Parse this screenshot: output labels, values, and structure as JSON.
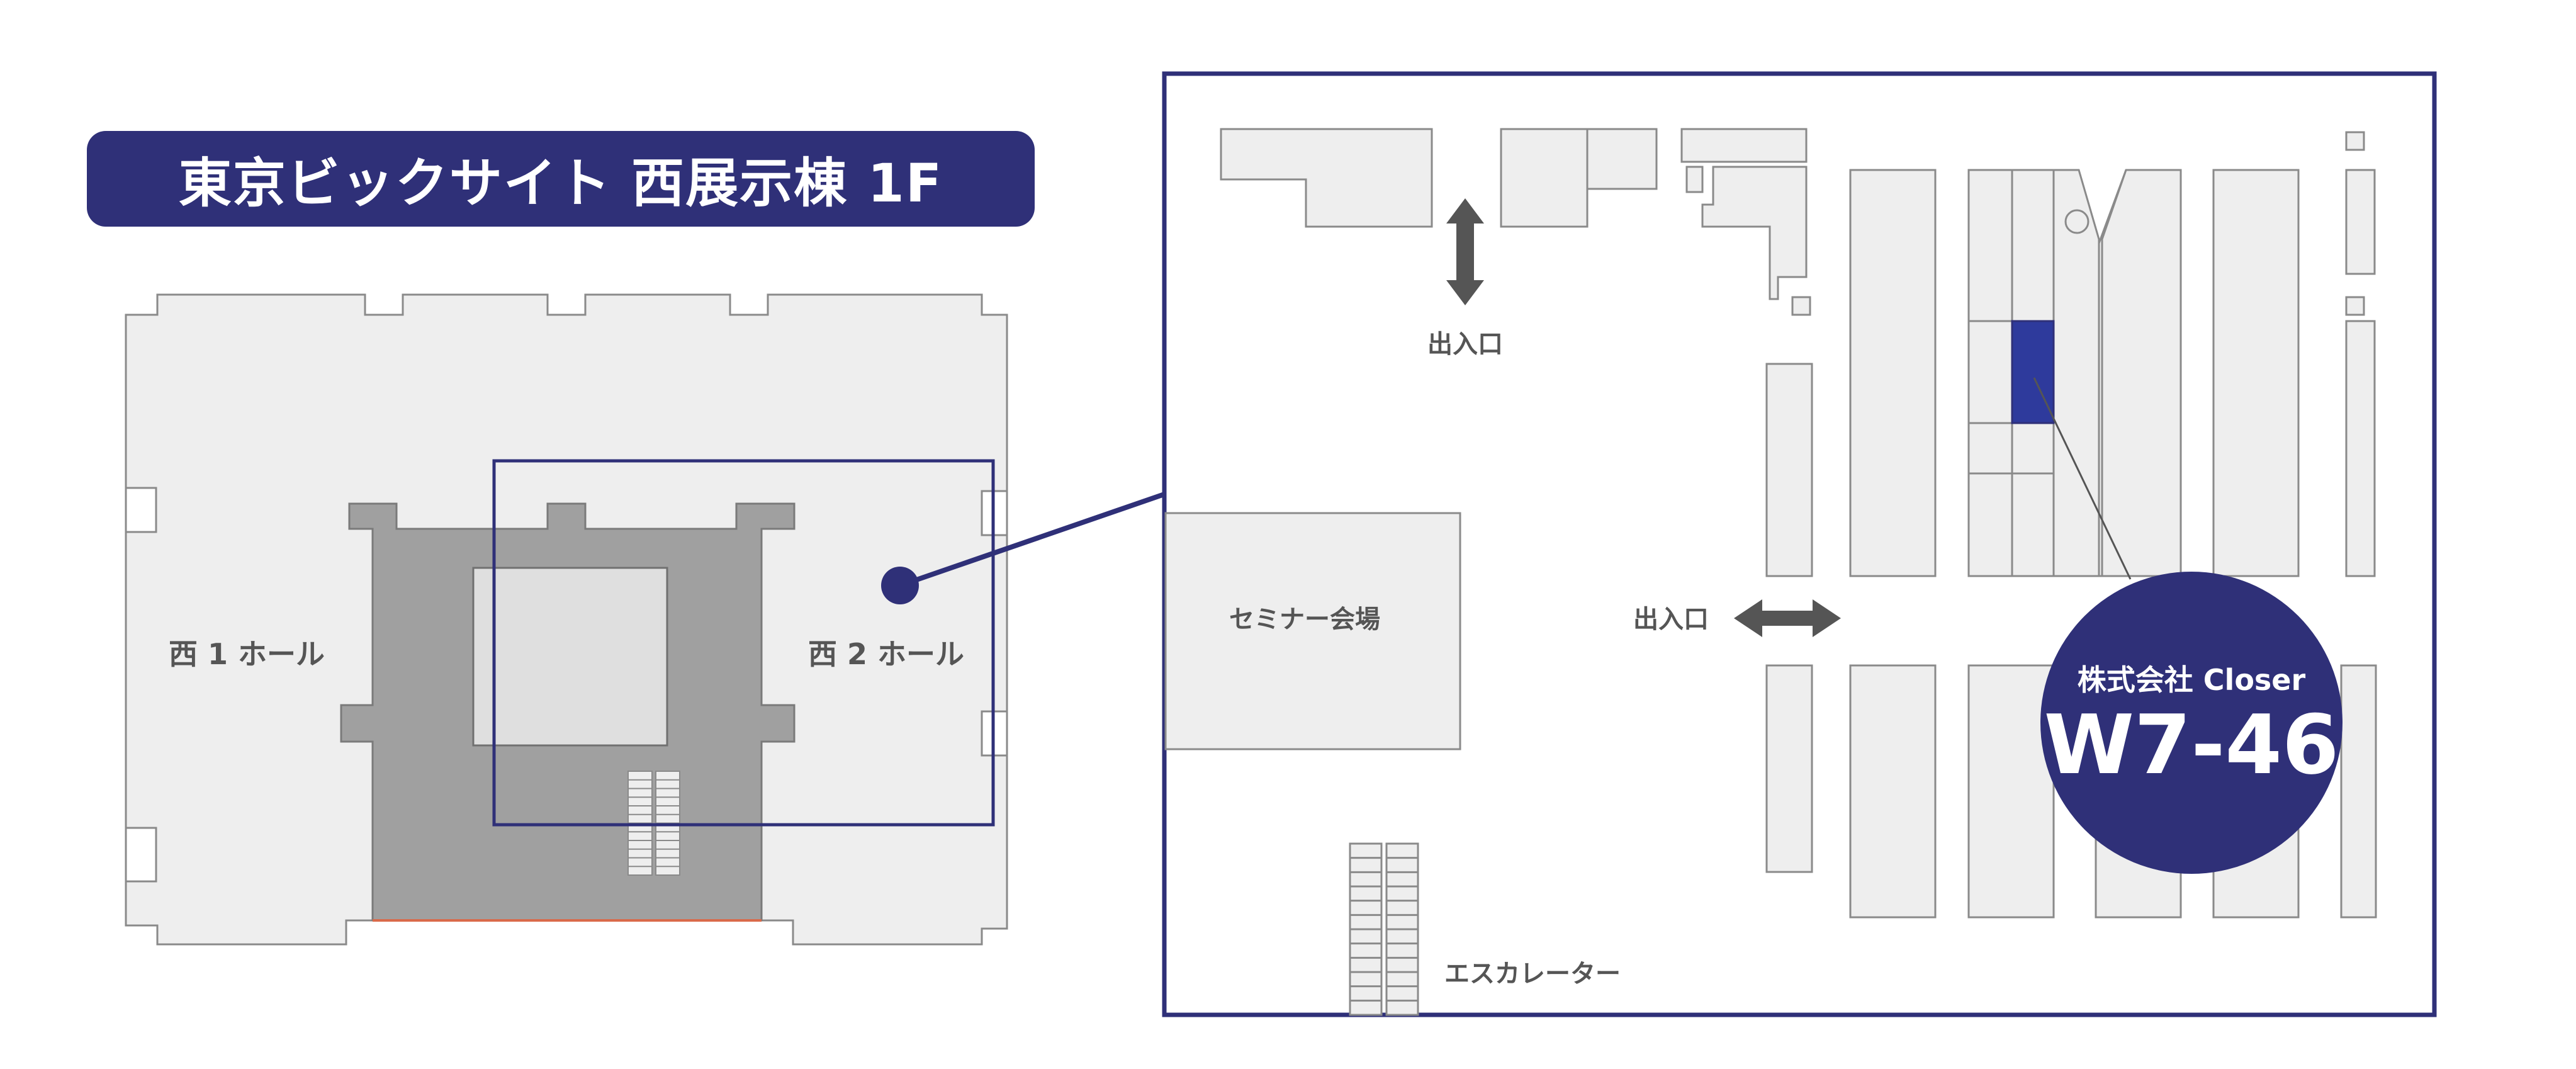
{
  "title": "東京ビックサイト 西展示棟 1F",
  "overview": {
    "hall1_label": "西 1 ホール",
    "hall2_label": "西 2 ホール"
  },
  "detail": {
    "entrance_top_label": "出入口",
    "entrance_mid_label": "出入口",
    "seminar_label": "セミナー会場",
    "escalator_label": "エスカレーター"
  },
  "booth": {
    "company": "株式会社 Closer",
    "number": "W7-46"
  },
  "colors": {
    "navy": "#2f3078",
    "booth_highlight": "#2e3a9c",
    "floor_light": "#eeeeee",
    "floor_dark": "#a0a0a0",
    "outline": "#8a8a8a",
    "label_text": "#555555",
    "arrow": "#555555"
  }
}
